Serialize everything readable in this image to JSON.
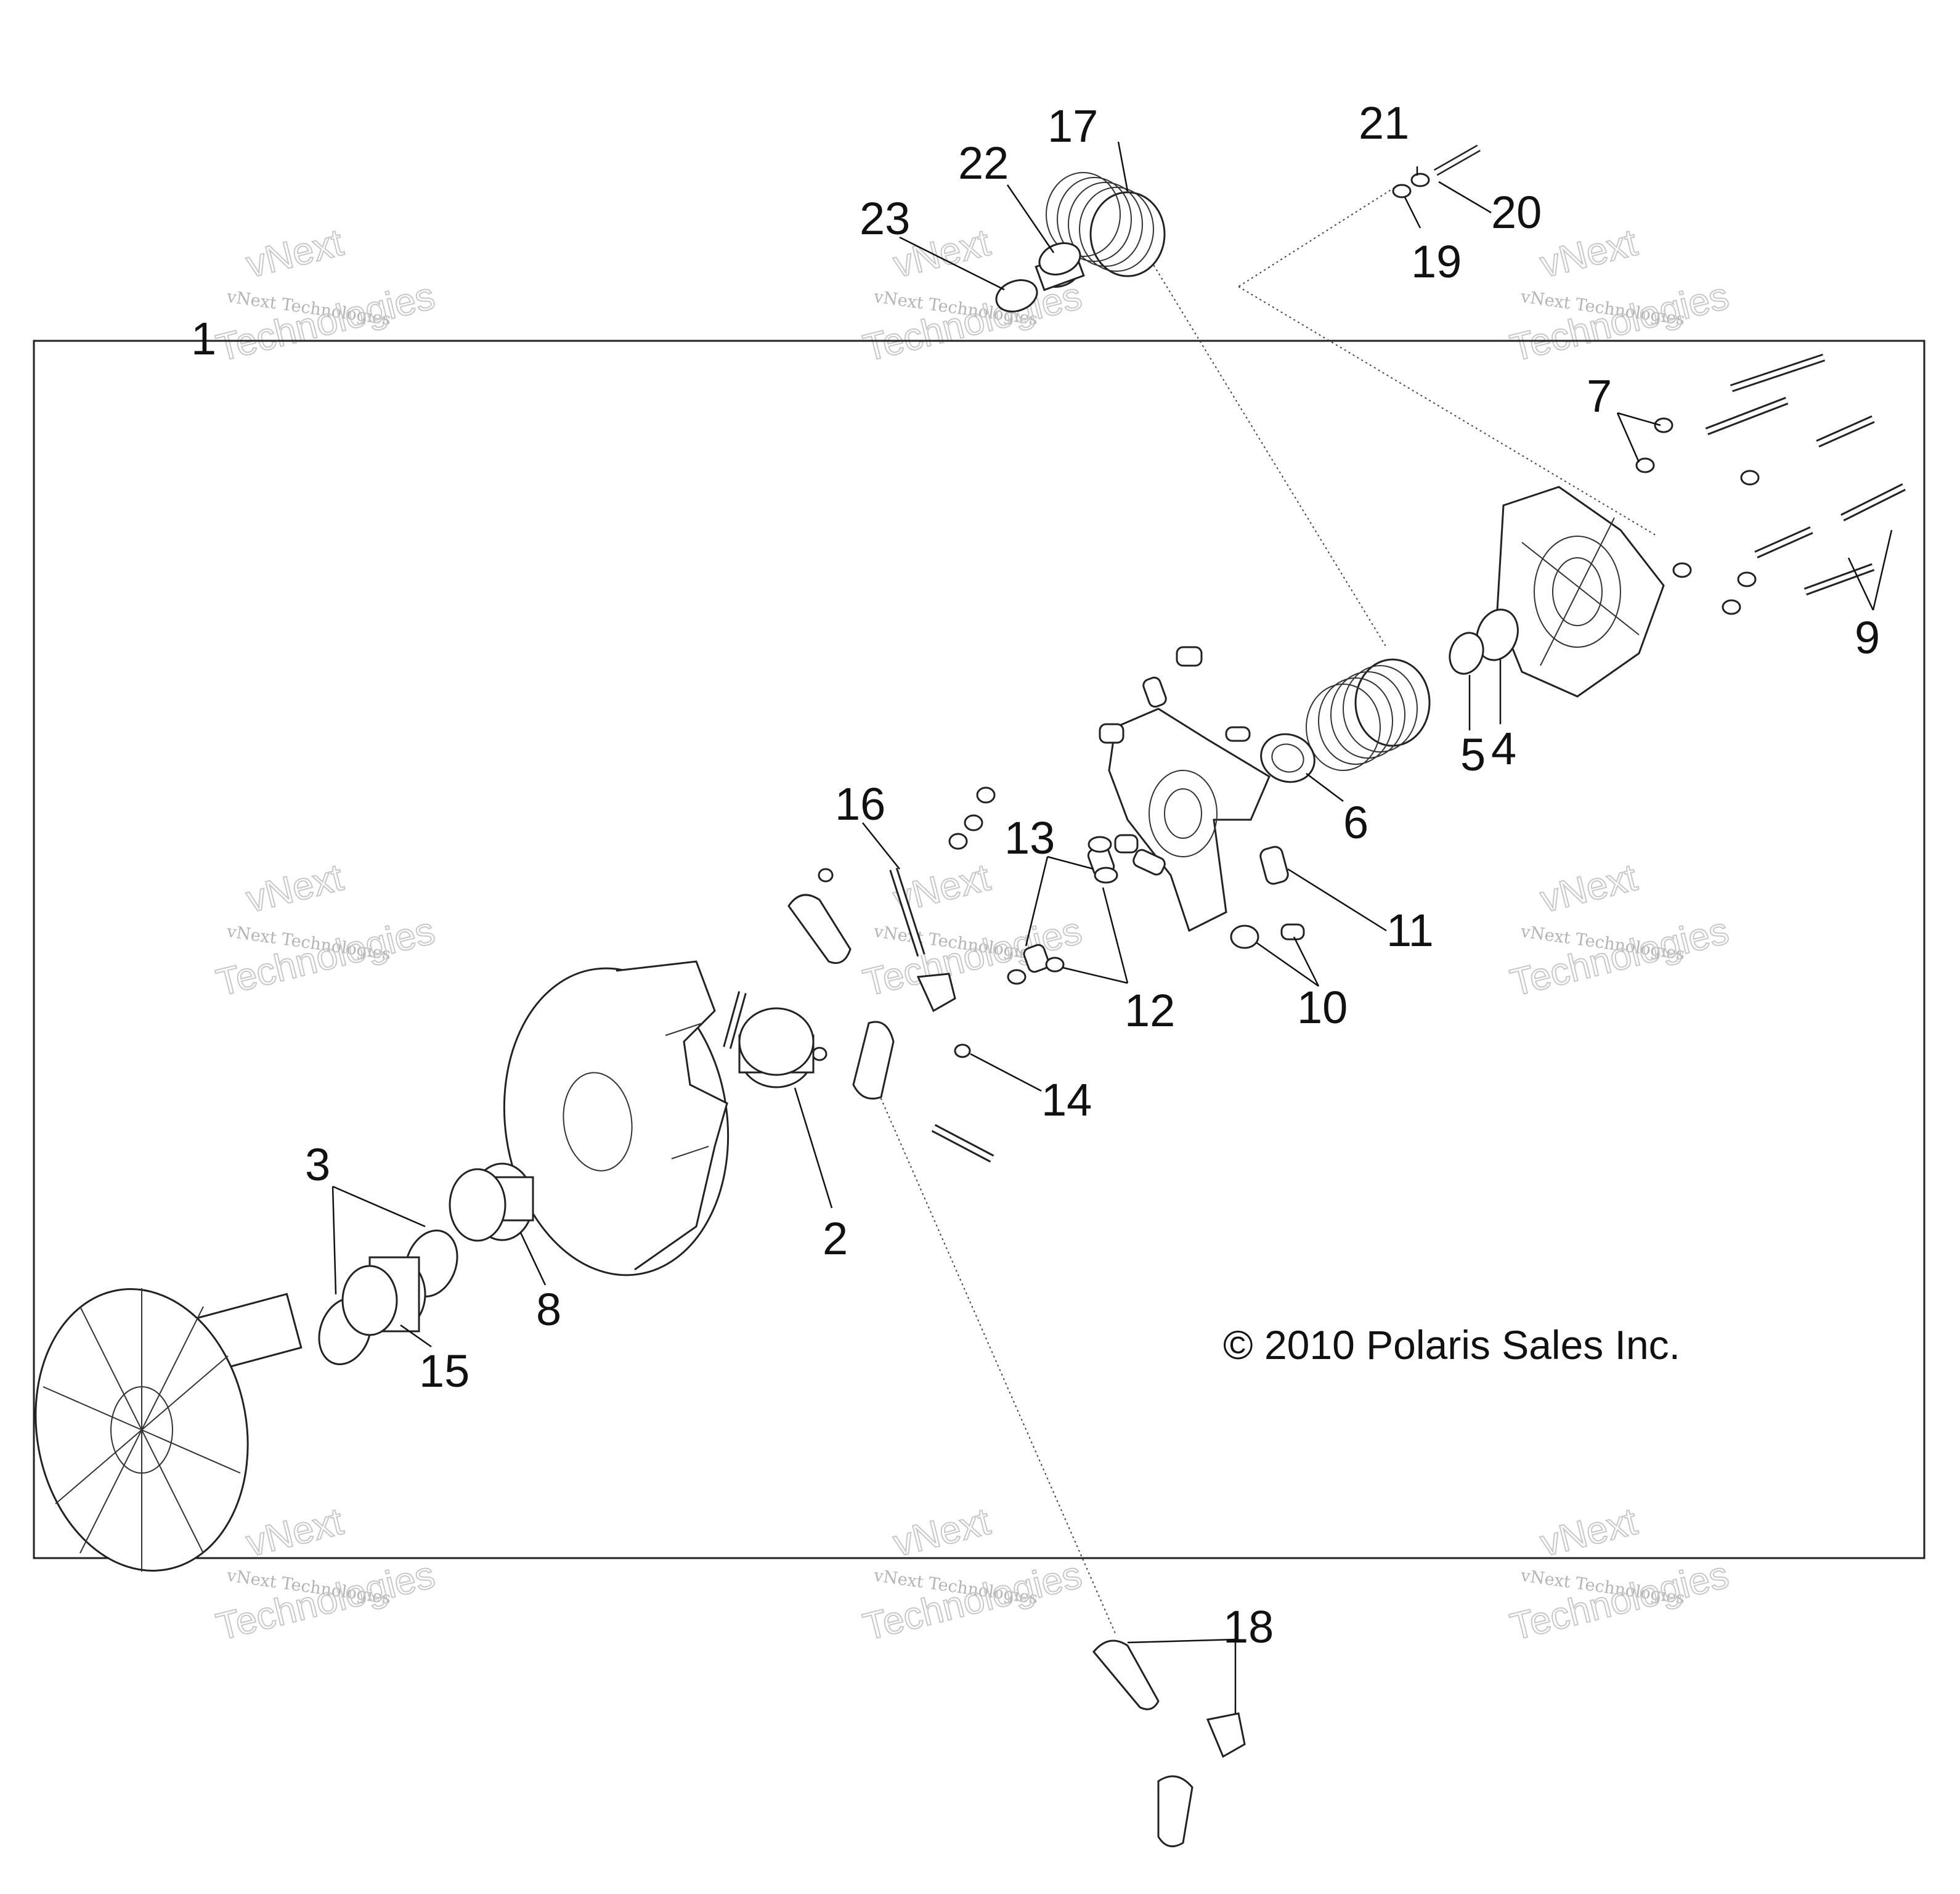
{
  "callouts": [
    "1",
    "2",
    "3",
    "4",
    "5",
    "6",
    "7",
    "8",
    "9",
    "10",
    "11",
    "12",
    "13",
    "14",
    "15",
    "16",
    "17",
    "18",
    "19",
    "20",
    "21",
    "22",
    "23"
  ],
  "copyright": "© 2010 Polaris Sales Inc.",
  "watermark": {
    "line1": "vNext Technologies",
    "line2": "vNext",
    "line3": "Technologies"
  }
}
